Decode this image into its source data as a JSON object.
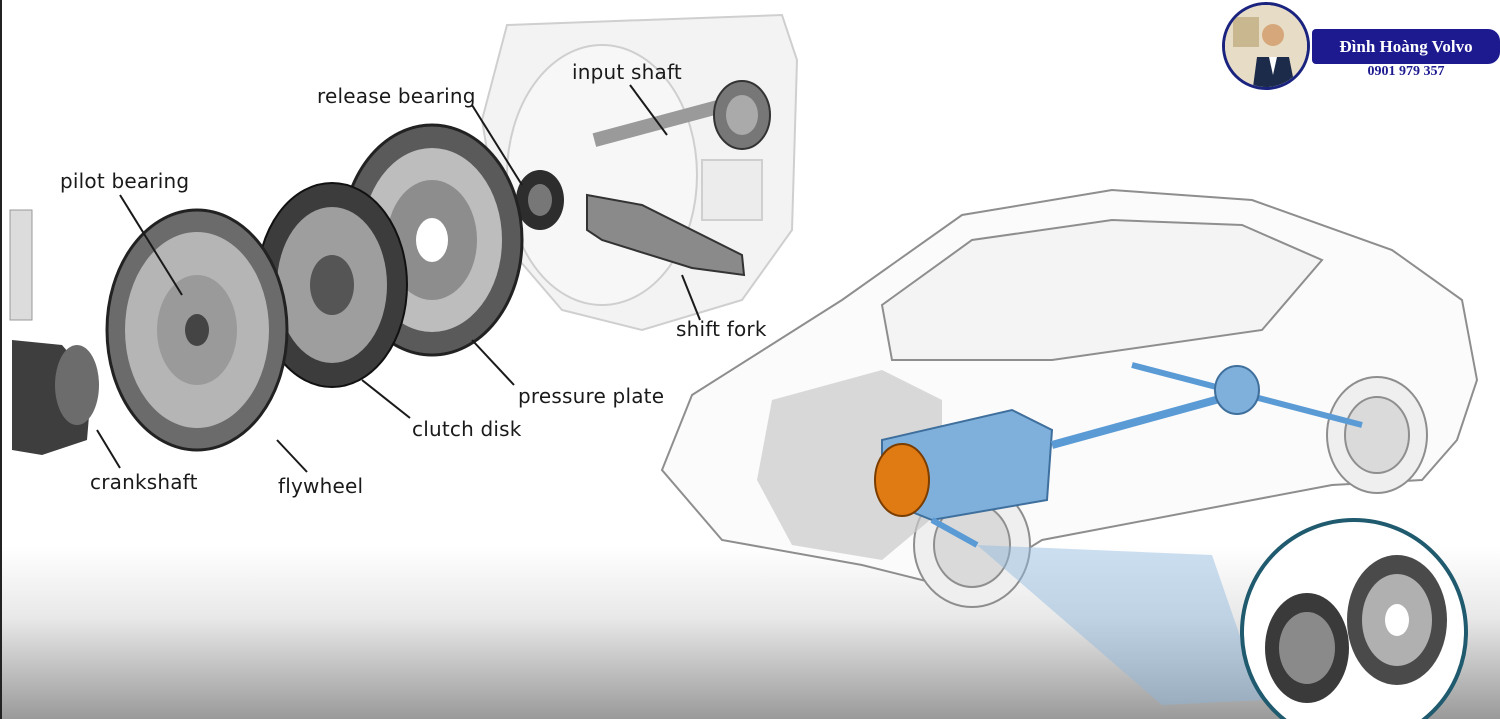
{
  "labels": {
    "input_shaft": "input shaft",
    "release_bearing": "release bearing",
    "pilot_bearing": "pilot bearing",
    "shift_fork": "shift fork",
    "pressure_plate": "pressure plate",
    "clutch_disk": "clutch disk",
    "crankshaft": "crankshaft",
    "flywheel": "flywheel"
  },
  "watermark": {
    "name": "Đình Hoàng Volvo",
    "phone": "0901 979 357"
  },
  "colors": {
    "banner": "#1d1a8f",
    "drivetrain_highlight": "#5b9bd5",
    "clutch_orange": "#e07a12",
    "inset_ring": "#1f5a6e"
  }
}
